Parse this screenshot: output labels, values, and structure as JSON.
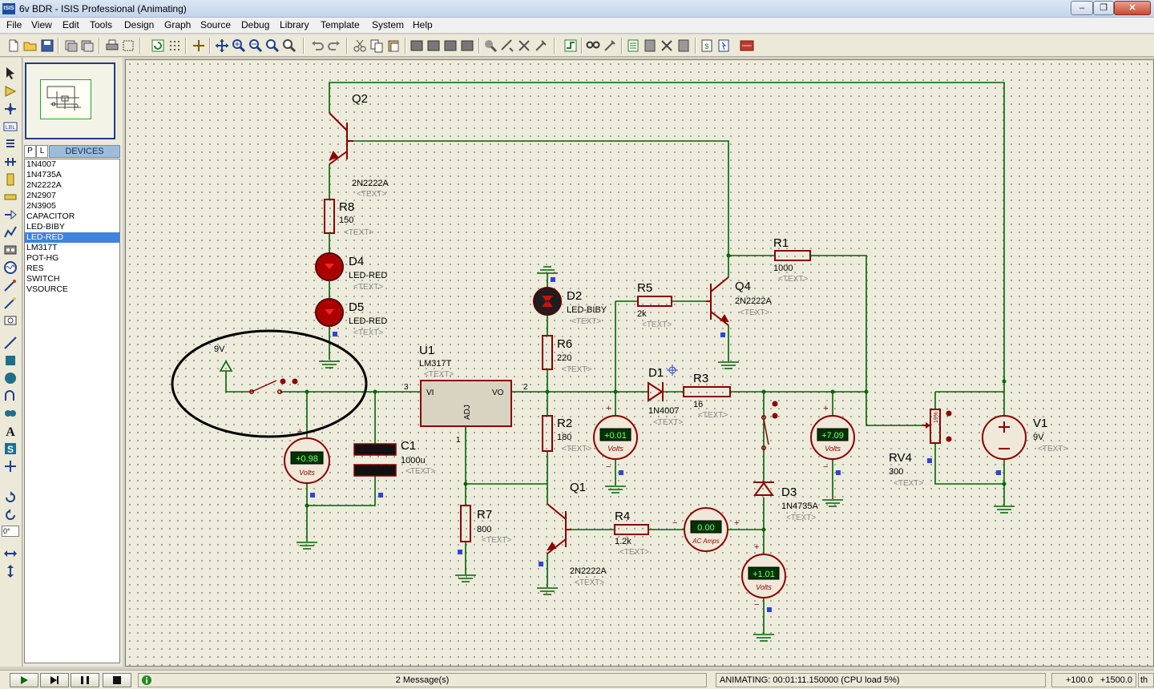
{
  "window": {
    "app_icon": "ISIS",
    "title": "6v BDR - ISIS Professional (Animating)",
    "min": "–",
    "max": "❐",
    "close": "✕"
  },
  "menu": [
    "File",
    "View",
    "Edit",
    "Tools",
    "Design",
    "Graph",
    "Source",
    "Debug",
    "Library",
    "Template",
    "System",
    "Help"
  ],
  "panel": {
    "tab_p": "P",
    "tab_l": "L",
    "header": "DEVICES",
    "angle": "0°",
    "devices": [
      "1N4007",
      "1N4735A",
      "2N2222A",
      "2N2907",
      "2N3905",
      "CAPACITOR",
      "LED-BIBY",
      "LED-RED",
      "LM317T",
      "POT-HG",
      "RES",
      "SWITCH",
      "VSOURCE"
    ],
    "selected": "LED-RED"
  },
  "schematic": {
    "placeholder": "<TEXT>",
    "q2": {
      "ref": "Q2",
      "value": "2N2222A"
    },
    "r8": {
      "ref": "R8",
      "value": "150"
    },
    "d4": {
      "ref": "D4",
      "value": "LED-RED"
    },
    "d5": {
      "ref": "D5",
      "value": "LED-RED"
    },
    "switch_supply": "9V",
    "u1": {
      "ref": "U1",
      "value": "LM317T",
      "pin_vi": "VI",
      "pin_vo": "VO",
      "pin_adj": "ADJ",
      "n3": "3",
      "n2": "2",
      "n1": "1"
    },
    "c1": {
      "ref": "C1",
      "value": "1000u"
    },
    "r7": {
      "ref": "R7",
      "value": "800"
    },
    "d2": {
      "ref": "D2",
      "value": "LED-BIBY"
    },
    "r6": {
      "ref": "R6",
      "value": "220"
    },
    "r2": {
      "ref": "R2",
      "value": "180"
    },
    "q1": {
      "ref": "Q1",
      "value": "2N2222A"
    },
    "r4": {
      "ref": "R4",
      "value": "1.2k"
    },
    "r5": {
      "ref": "R5",
      "value": "2k"
    },
    "q4": {
      "ref": "Q4",
      "value": "2N2222A"
    },
    "r1": {
      "ref": "R1",
      "value": "1000"
    },
    "d1": {
      "ref": "D1",
      "value": "1N4007"
    },
    "r3": {
      "ref": "R3",
      "value": "16"
    },
    "d3": {
      "ref": "D3",
      "value": "1N4735A"
    },
    "rv4": {
      "ref": "RV4",
      "value": "300",
      "setting": "19%"
    },
    "v1": {
      "ref": "V1",
      "value": "9V"
    },
    "meters": {
      "vm_input": {
        "reading": "+0.98",
        "unit": "Volts"
      },
      "vm_out": {
        "reading": "+0.01",
        "unit": "Volts"
      },
      "vm_right": {
        "reading": "+7.09",
        "unit": "Volts"
      },
      "vm_zener": {
        "reading": "+1.01",
        "unit": "Volts"
      },
      "am": {
        "reading": "0.00",
        "unit": "AC Amps"
      }
    },
    "plus": "+",
    "minus": "−"
  },
  "status": {
    "messages": "2 Message(s)",
    "animating": "ANIMATING: 00:01:11.150000 (CPU load 5%)",
    "coords": "+100.0   +1500.0",
    "units": "th"
  },
  "colors": {
    "wire": "#006400",
    "component": "#8b0000",
    "meter_display": "#004400",
    "canvas": "#ecebdc",
    "selection": "#3f83dc"
  }
}
